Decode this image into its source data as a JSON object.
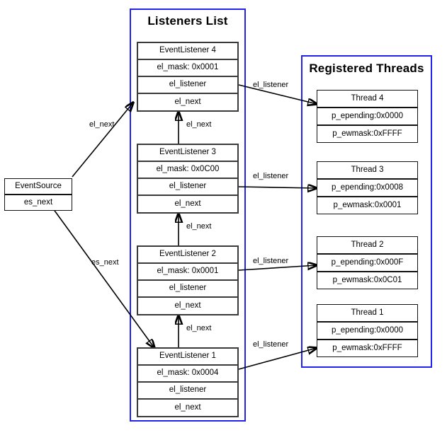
{
  "diagram": {
    "panels": [
      {
        "id": "listeners",
        "title": "Listeners List"
      },
      {
        "id": "threads",
        "title": "Registered Threads"
      }
    ],
    "event_source": {
      "title": "EventSource",
      "fields": [
        "es_next"
      ]
    },
    "listeners": [
      {
        "title": "EventListener 4",
        "mask": "el_mask: 0x0001",
        "listener": "el_listener",
        "next": "el_next"
      },
      {
        "title": "EventListener 3",
        "mask": "el_mask: 0x0C00",
        "listener": "el_listener",
        "next": "el_next"
      },
      {
        "title": "EventListener 2",
        "mask": "el_mask: 0x0001",
        "listener": "el_listener",
        "next": "el_next"
      },
      {
        "title": "EventListener 1",
        "mask": "el_mask: 0x0004",
        "listener": "el_listener",
        "next": "el_next"
      }
    ],
    "threads": [
      {
        "title": "Thread 4",
        "epending": "p_epending:0x0000",
        "ewmask": "p_ewmask:0xFFFF"
      },
      {
        "title": "Thread 3",
        "epending": "p_epending:0x0008",
        "ewmask": "p_ewmask:0x0001"
      },
      {
        "title": "Thread 2",
        "epending": "p_epending:0x000F",
        "ewmask": "p_ewmask:0x0C01"
      },
      {
        "title": "Thread 1",
        "epending": "p_epending:0x0000",
        "ewmask": "p_ewmask:0xFFFF"
      }
    ],
    "edge_labels": {
      "es_to_el4": "el_next",
      "es_to_el1": "es_next",
      "el3_to_el4": "el_next",
      "el2_to_el3": "el_next",
      "el1_to_el2": "el_next",
      "el4_to_t4": "el_listener",
      "el3_to_t3": "el_listener",
      "el2_to_t2": "el_listener",
      "el1_to_t1": "el_listener"
    },
    "colors": {
      "panel_border": "#2222ee",
      "node_border": "#3a3a3a",
      "edge": "#000000",
      "background": "#ffffff"
    }
  }
}
